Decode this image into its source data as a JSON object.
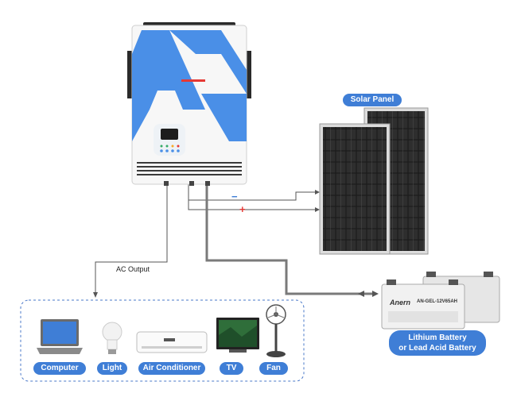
{
  "labels": {
    "solar_panel": "Solar Panel",
    "ac_output": "AC Output",
    "battery_line1": "Lithium Battery",
    "battery_line2": "or Lead Acid Battery",
    "battery_brand": "Anern",
    "battery_model": "AN-GEL-12V65AH",
    "minus": "−",
    "plus": "+"
  },
  "devices": [
    {
      "label": "Computer"
    },
    {
      "label": "Light"
    },
    {
      "label": "Air Conditioner"
    },
    {
      "label": "TV"
    },
    {
      "label": "Fan"
    }
  ],
  "colors": {
    "accent_blue": "#3f7ed6",
    "logo_blue": "#4a8fe7",
    "logo_red": "#e53935",
    "wire": "#555555",
    "dashed_border": "#4a78c9"
  },
  "icons": [
    "inverter-icon",
    "solar-panel-icon",
    "battery-icon",
    "laptop-icon",
    "bulb-icon",
    "air-conditioner-icon",
    "tv-icon",
    "fan-icon"
  ]
}
